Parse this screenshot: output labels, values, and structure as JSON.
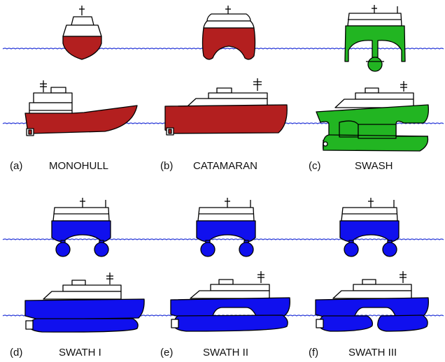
{
  "colors": {
    "monohull": "#b31f1f",
    "catamaran": "#b31f1f",
    "swash": "#22b522",
    "swath": "#1010ee",
    "water": "#2a3ad8",
    "outline": "#000000",
    "superstructure": "#ffffff"
  },
  "panels": [
    {
      "letter": "(a)",
      "name": "MONOHULL",
      "hull_type": "monohull"
    },
    {
      "letter": "(b)",
      "name": "CATAMARAN",
      "hull_type": "catamaran"
    },
    {
      "letter": "(c)",
      "name": "SWASH",
      "hull_type": "swash"
    },
    {
      "letter": "(d)",
      "name": "SWATH I",
      "hull_type": "swath-1"
    },
    {
      "letter": "(e)",
      "name": "SWATH II",
      "hull_type": "swath-2"
    },
    {
      "letter": "(f)",
      "name": "SWATH III",
      "hull_type": "swath-3"
    }
  ]
}
